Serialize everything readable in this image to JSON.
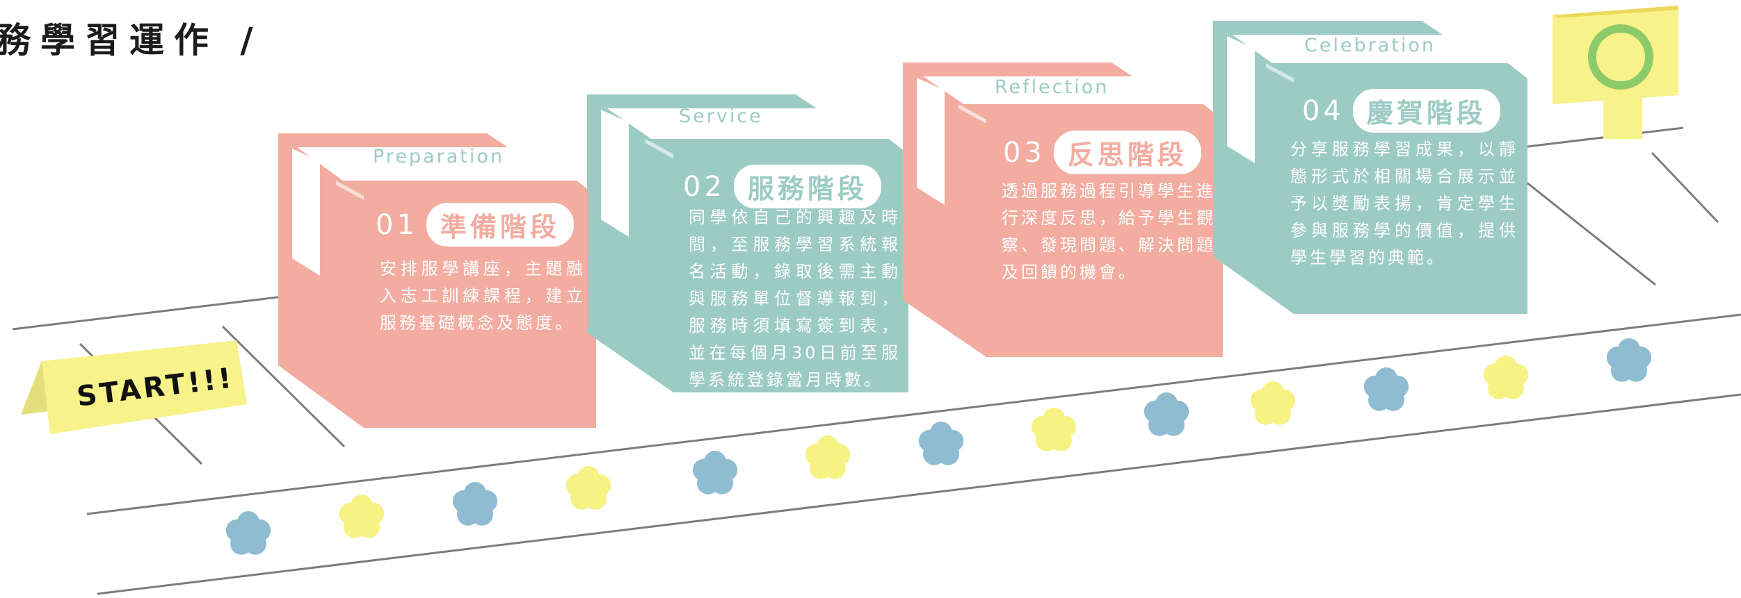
{
  "page": {
    "title": "務學習運作 /",
    "start_sign": "START!!!",
    "colors": {
      "coral": "#f2aca0",
      "teal": "#9ccbc3",
      "yellow": "#f7f28a",
      "flower_blue": "#8fbcd0",
      "flower_yellow": "#f6f283",
      "line": "#7c7c7c",
      "sign_green": "#8dca6a"
    }
  },
  "stages": [
    {
      "label": "Preparation",
      "number": "01",
      "name": "準備階段",
      "color": "coral",
      "description": "安排服學講座，主題融入志工訓練課程，建立服務基礎概念及態度。"
    },
    {
      "label": "Service",
      "number": "02",
      "name": "服務階段",
      "color": "teal",
      "description": "同學依自己的興趣及時間，至服務學習系統報名活動，錄取後需主動與服務單位督導報到，服務時須填寫簽到表，並在每個月30日前至服學系統登錄當月時數。"
    },
    {
      "label": "Reflection",
      "number": "03",
      "name": "反思階段",
      "color": "coral",
      "description": "透過服務過程引導學生進行深度反思，給予學生觀察、發現問題、解決問題及回饋的機會。"
    },
    {
      "label": "Celebration",
      "number": "04",
      "name": "慶賀階段",
      "color": "teal",
      "description": "分享服務學習成果，以靜態形式於相關場合展示並予以獎勵表揚，肯定學生參與服務學的價值，提供學生學習的典範。"
    }
  ],
  "flowers": [
    "blue",
    "yellow",
    "blue",
    "yellow",
    "blue",
    "yellow",
    "blue",
    "yellow",
    "blue",
    "yellow",
    "blue",
    "yellow",
    "blue"
  ]
}
